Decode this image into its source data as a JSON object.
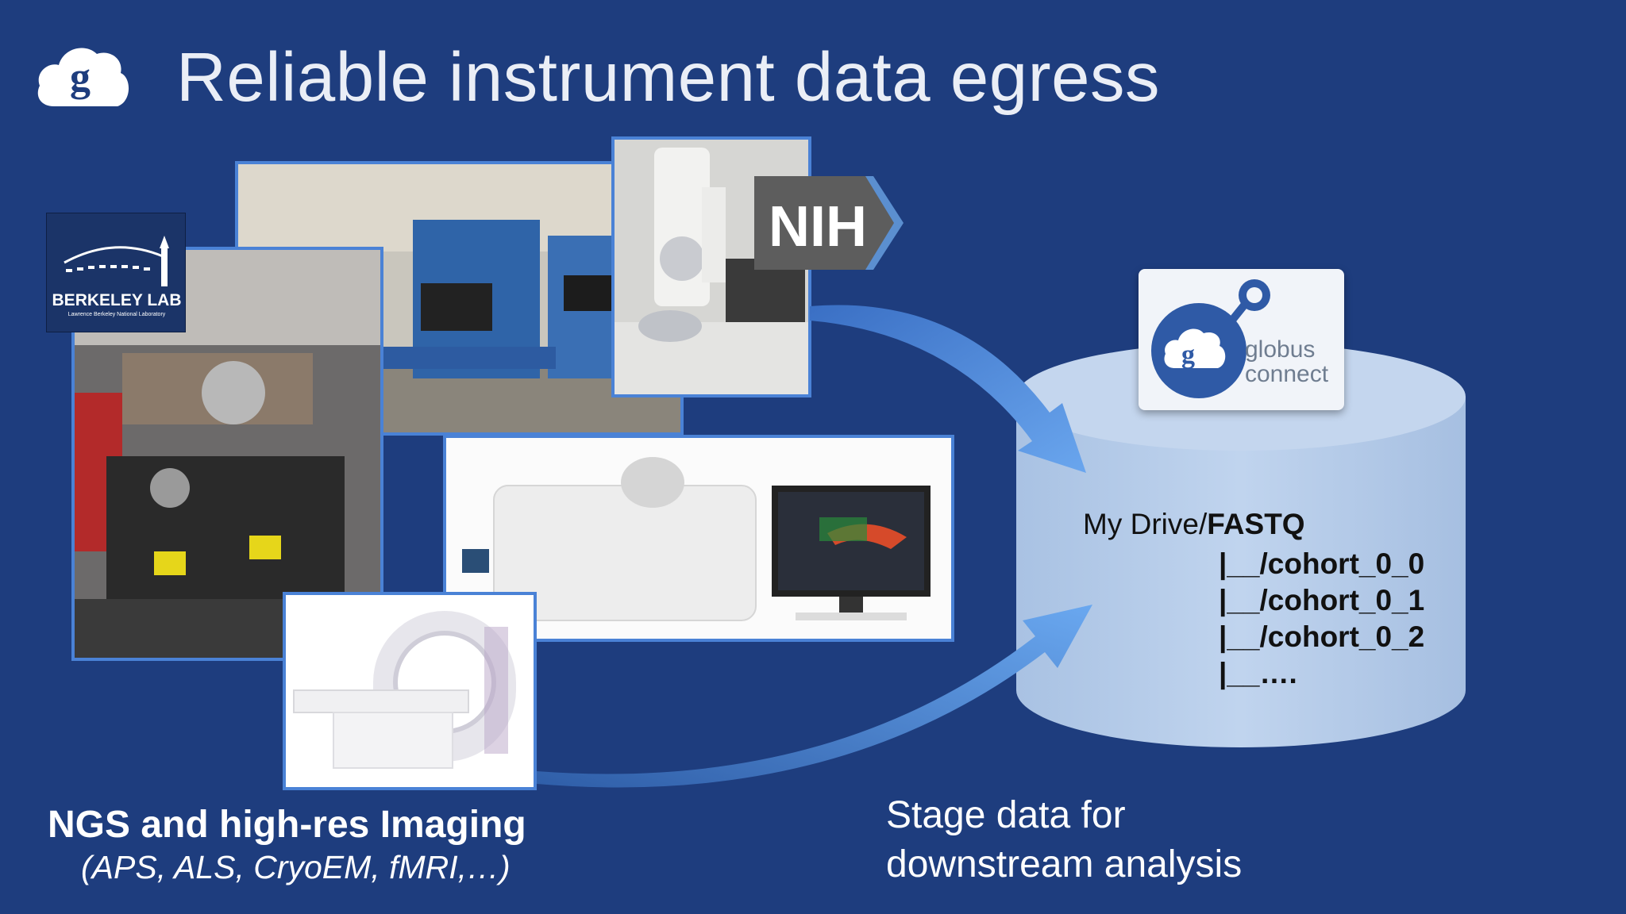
{
  "slide": {
    "title": "Reliable instrument data egress",
    "logo_icon": "globus-cloud-icon"
  },
  "instruments": {
    "berkeley_logo": {
      "name": "BERKELEY LAB",
      "subtitle": "Lawrence Berkeley National Laboratory"
    },
    "nih_label": "NIH",
    "photos": [
      "beamline-photo",
      "sequencer-lab-photo",
      "cryoem-microscope-photo",
      "lightsheet-microscope-photo",
      "mri-scanner-photo"
    ]
  },
  "globus_connect": {
    "line1": "globus",
    "line2": "connect"
  },
  "drive": {
    "prefix": "My Drive/",
    "folder": "FASTQ",
    "entries": [
      "|__/cohort_0_0",
      "|__/cohort_0_1",
      "|__/cohort_0_2",
      "|__…."
    ]
  },
  "captions": {
    "main": "NGS and high-res Imaging",
    "sub": "(APS, ALS, CryoEM, fMRI,…)",
    "stage_line1": "Stage data for",
    "stage_line2": "downstream analysis"
  },
  "colors": {
    "background": "#1e3d7e",
    "photo_border": "#4a82d6",
    "cylinder": "#b7cdea",
    "arrow": "#5a9ae8"
  }
}
